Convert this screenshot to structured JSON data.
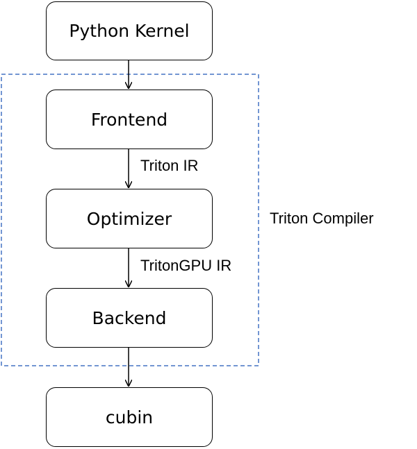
{
  "nodes": {
    "python_kernel": "Python Kernel",
    "frontend": "Frontend",
    "optimizer": "Optimizer",
    "backend": "Backend",
    "cubin": "cubin"
  },
  "edge_labels": {
    "frontend_to_optimizer": "Triton IR",
    "optimizer_to_backend": "TritonGPU IR"
  },
  "group": {
    "label": "Triton Compiler",
    "border_color": "#4472C4"
  }
}
